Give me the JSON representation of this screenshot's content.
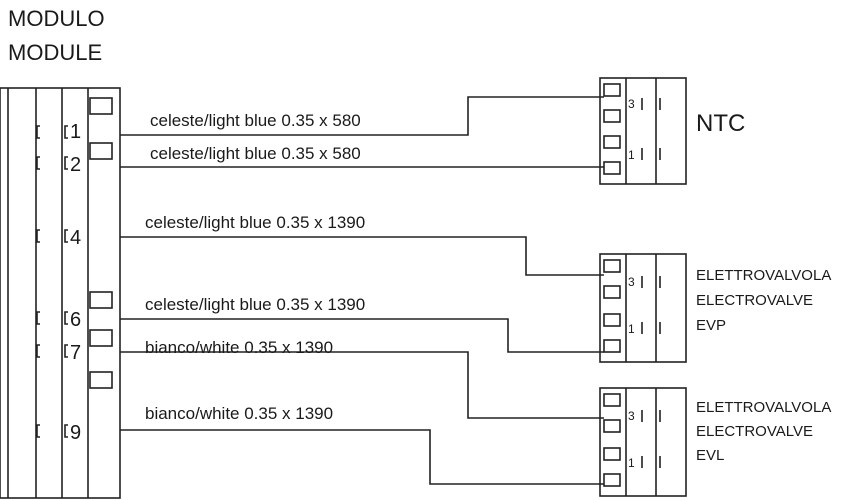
{
  "module": {
    "title_line1": "MODULO",
    "title_line2": "MODULE"
  },
  "module_pins": [
    "1",
    "2",
    "4",
    "6",
    "7",
    "9"
  ],
  "wires": [
    "celeste/light blue 0.35 x 580",
    "celeste/light blue 0.35 x 580",
    "celeste/light blue 0.35 x 1390",
    "celeste/light blue 0.35 x 1390",
    "bianco/white 0.35 x 1390",
    "bianco/white 0.35 x 1390"
  ],
  "connectors": {
    "ntc": {
      "label": "NTC",
      "pin_top": "3",
      "pin_bottom": "1"
    },
    "evp": {
      "line1": "ELETTROVALVOLA",
      "line2": "ELECTROVALVE",
      "line3": "EVP",
      "pin_top": "3",
      "pin_bottom": "1"
    },
    "evl": {
      "line1": "ELETTROVALVOLA",
      "line2": "ELECTROVALVE",
      "line3": "EVL",
      "pin_top": "3",
      "pin_bottom": "1"
    }
  }
}
